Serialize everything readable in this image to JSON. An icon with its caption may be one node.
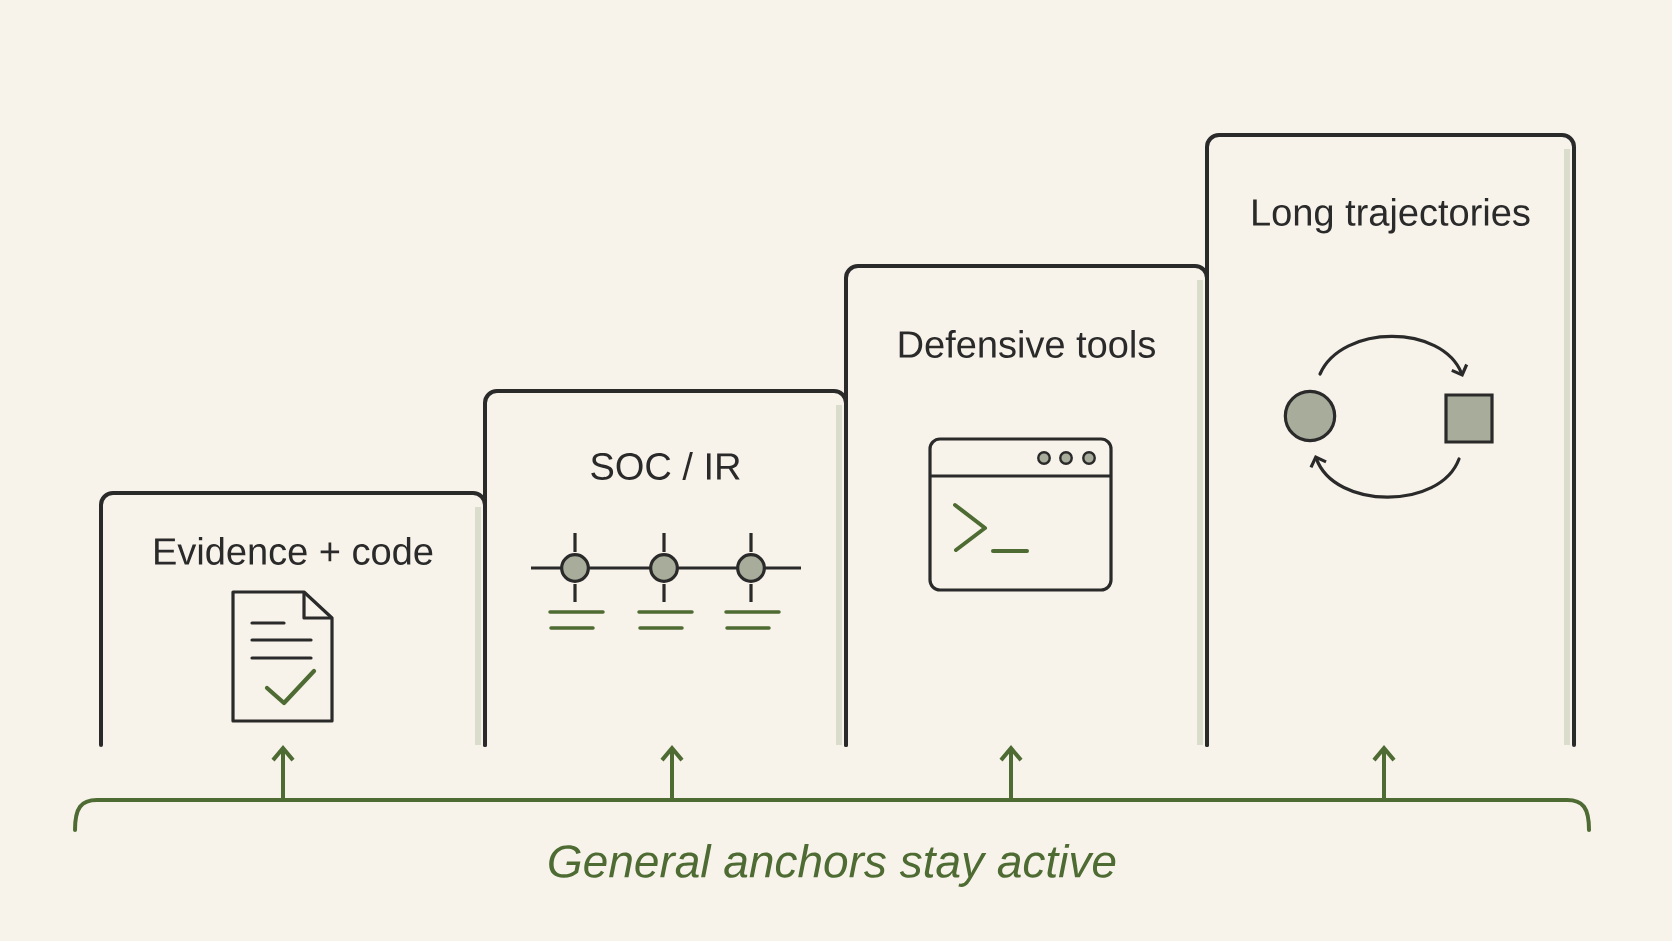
{
  "diagram": {
    "nodes": [
      {
        "text": [
          "Evidence + code"
        ]
      },
      {
        "text": [
          "SOC / IR"
        ]
      },
      {
        "text": [
          "Defensive tools"
        ]
      },
      {
        "text": [
          "Long trajectories"
        ]
      },
      {
        "text": [
          "General anchors stay active"
        ]
      }
    ],
    "edges": [
      {
        "from": 4,
        "to": 0,
        "arrow": "to"
      },
      {
        "from": 4,
        "to": 1,
        "arrow": "to"
      },
      {
        "from": 4,
        "to": 2,
        "arrow": "to"
      },
      {
        "from": 4,
        "to": 3,
        "arrow": "to"
      }
    ]
  }
}
